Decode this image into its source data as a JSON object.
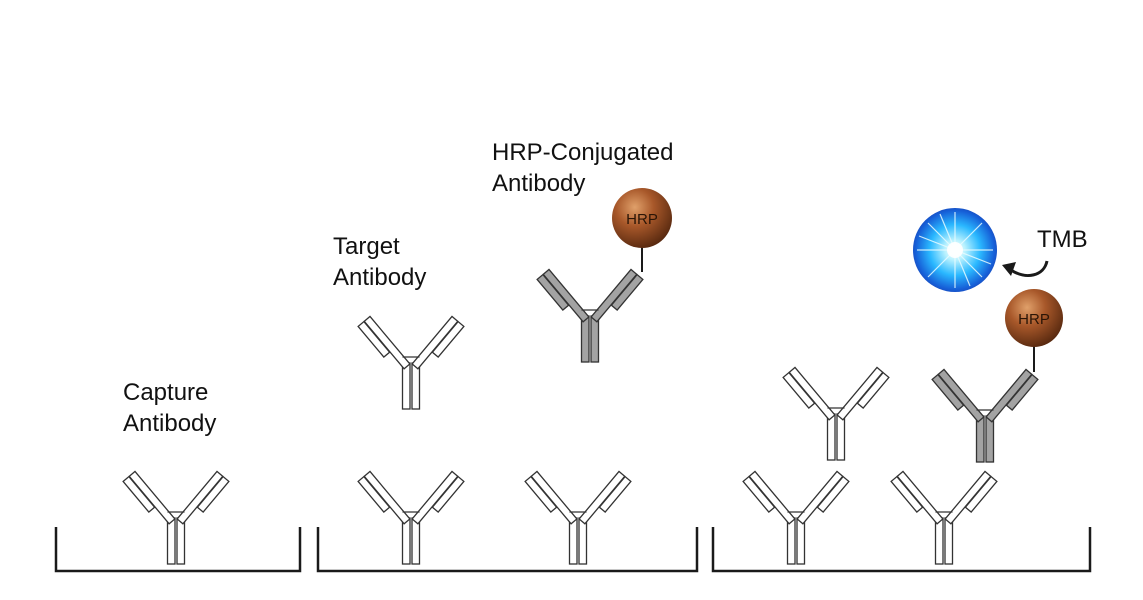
{
  "labels": {
    "capture": [
      "Capture",
      "Antibody"
    ],
    "target": [
      "Target",
      "Antibody"
    ],
    "hrp_conjugated": [
      "HRP-Conjugated",
      "Antibody"
    ],
    "tmb": "TMB"
  },
  "hrp_label": "HRP",
  "colors": {
    "wire": "#1a1a1a",
    "plain_antibody_fill": "#ffffff",
    "conjugated_antibody_fill": "#a3a3a3",
    "hrp_bead": "#8f4a1f",
    "tmb_glow": "#1fa6ff"
  }
}
